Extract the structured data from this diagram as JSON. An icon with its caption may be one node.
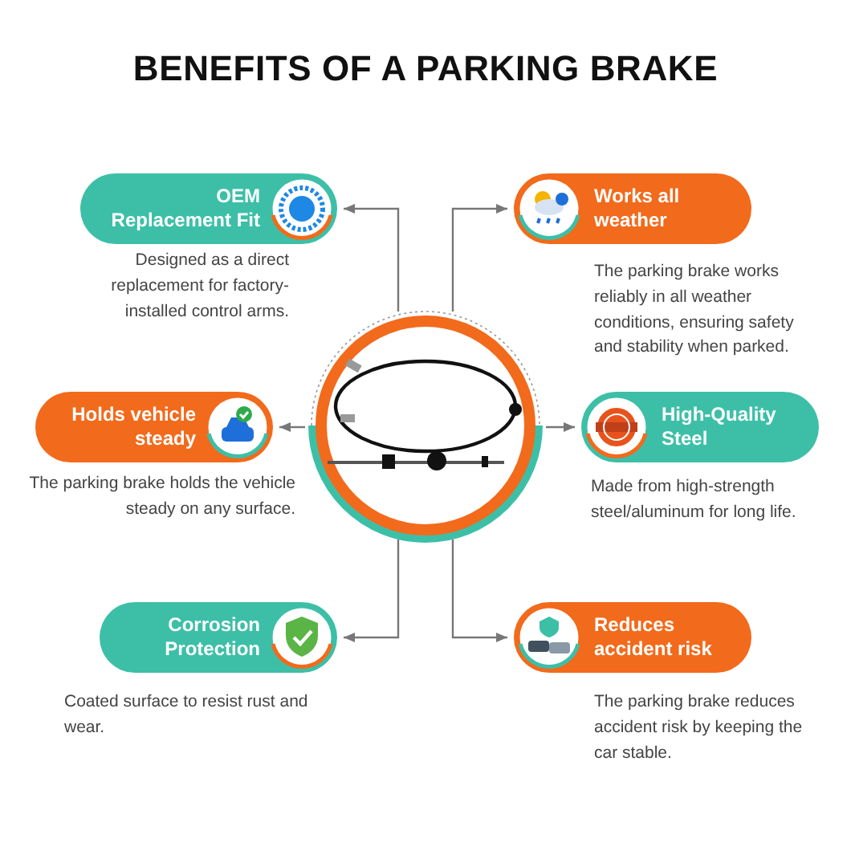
{
  "diagram": {
    "title": "BENEFITS OF A PARKING BRAKE",
    "nodes": [
      {
        "text": [],
        "shape": "picture"
      },
      {
        "text": [
          "OEM Replacement Fit"
        ],
        "beside": [
          "Designed as a direct replacement for factory-installed control arms."
        ]
      },
      {
        "text": [
          "Works all weather"
        ],
        "beside": [
          "The parking brake works reliably in all weather conditions, ensuring safety and stability when parked."
        ]
      },
      {
        "text": [
          "Holds vehicle steady"
        ],
        "beside": [
          "The parking brake holds the vehicle steady on any surface."
        ]
      },
      {
        "text": [
          "High-Quality Steel"
        ],
        "beside": [
          "Made from high-strength steel/aluminum for long life."
        ]
      },
      {
        "text": [
          "Corrosion Protection"
        ],
        "beside": [
          "Coated surface to resist rust and wear."
        ]
      },
      {
        "text": [
          "Reduces accident risk"
        ],
        "beside": [
          "The parking brake reduces accident risk by keeping the car stable."
        ]
      }
    ],
    "edges": [
      {
        "from": 0,
        "to": 1,
        "arrow": "to"
      },
      {
        "from": 0,
        "to": 2,
        "arrow": "to"
      },
      {
        "from": 0,
        "to": 3,
        "arrow": "to"
      },
      {
        "from": 0,
        "to": 4,
        "arrow": "to"
      },
      {
        "from": 0,
        "to": 5,
        "arrow": "to"
      },
      {
        "from": 0,
        "to": 6,
        "arrow": "to"
      }
    ]
  }
}
